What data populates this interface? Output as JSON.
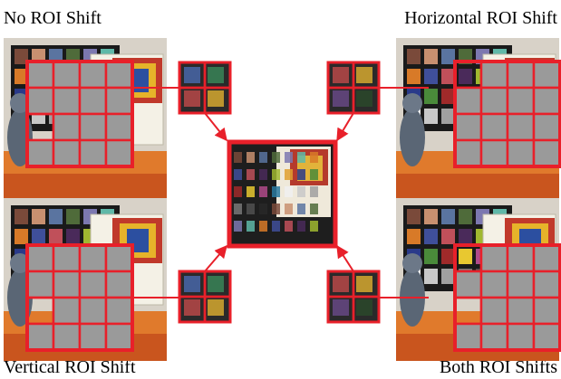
{
  "panels": {
    "top_left": {
      "label": "No ROI Shift"
    },
    "top_right": {
      "label": "Horizontal ROI Shift"
    },
    "bottom_left": {
      "label": "Vertical ROI Shift"
    },
    "bottom_right": {
      "label": "Both ROI Shifts"
    }
  },
  "colors": {
    "grid": "#e8202a",
    "masked_cell": "#9a9a9a",
    "arrow": "#e8202a",
    "background": "#ffffff"
  },
  "grid": {
    "rows": 4,
    "cols": 4
  }
}
